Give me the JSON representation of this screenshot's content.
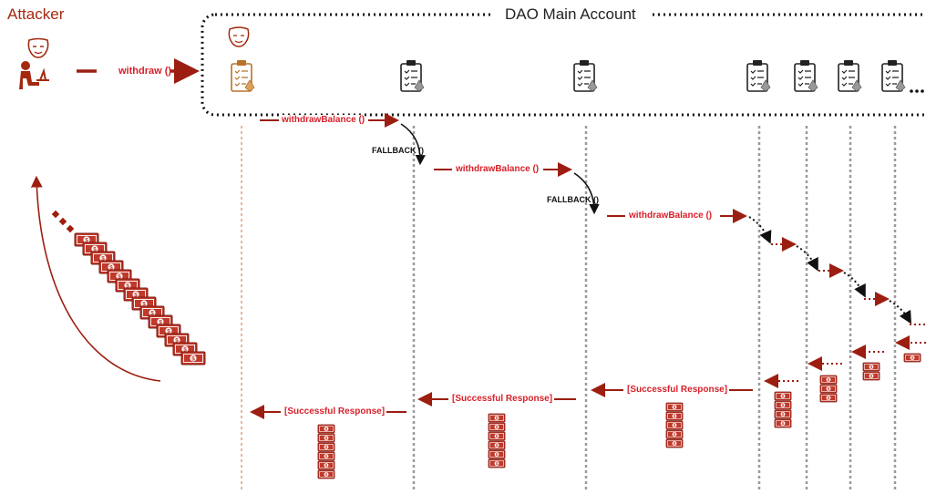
{
  "header": {
    "attacker_label": "Attacker",
    "dao_label": "DAO Main Account"
  },
  "calls": {
    "withdraw": "withdraw ()",
    "withdraw_balance": "withdrawBalance ()",
    "fallback": "FALLBACK ()",
    "successful_response": "[Successful Response]"
  },
  "icons": {
    "attacker": "hacker-at-desk-icon",
    "contract": "clipboard-contract-ethereum-icon",
    "money": "dollar-bill-icon",
    "mask": "anonymous-mask-icon"
  },
  "colors": {
    "attacker_red": "#a4290f",
    "call_red": "#d8202a",
    "arrow_dark_red": "#9c1e10",
    "lifeline_gray": "#9a9a9a",
    "money_fill": "#c0392b"
  }
}
